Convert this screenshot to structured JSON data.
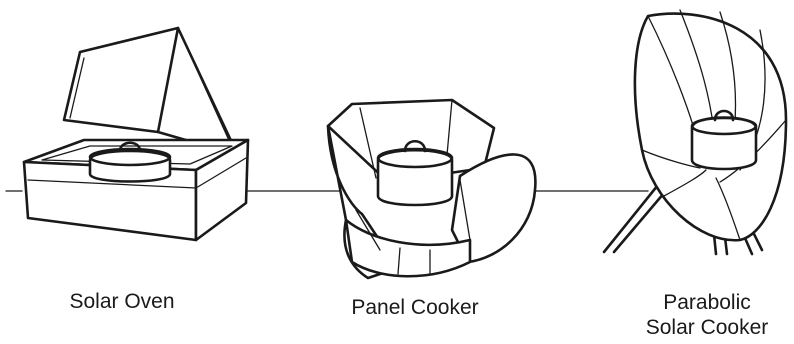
{
  "labels": {
    "solar_oven": "Solar Oven",
    "panel_cooker": "Panel Cooker",
    "parabolic_line1": "Parabolic",
    "parabolic_line2": "Solar Cooker"
  }
}
